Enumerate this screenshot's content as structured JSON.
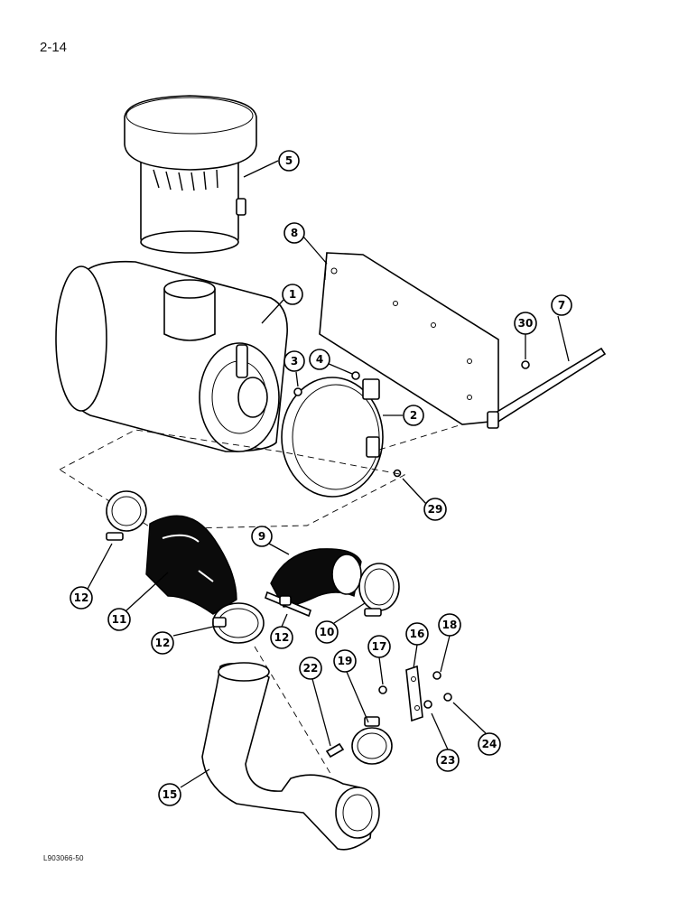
{
  "page": {
    "page_number": "2-14",
    "reference_code": "L903066-50"
  },
  "parts": [
    {
      "key": "p5",
      "label": "5"
    },
    {
      "key": "p8",
      "label": "8"
    },
    {
      "key": "p1",
      "label": "1"
    },
    {
      "key": "p7",
      "label": "7"
    },
    {
      "key": "p30",
      "label": "30"
    },
    {
      "key": "p3",
      "label": "3"
    },
    {
      "key": "p4",
      "label": "4"
    },
    {
      "key": "p2",
      "label": "2"
    },
    {
      "key": "p29",
      "label": "29"
    },
    {
      "key": "p9",
      "label": "9"
    },
    {
      "key": "p12a",
      "label": "12"
    },
    {
      "key": "p11",
      "label": "11"
    },
    {
      "key": "p12b",
      "label": "12"
    },
    {
      "key": "p12c",
      "label": "12"
    },
    {
      "key": "p10",
      "label": "10"
    },
    {
      "key": "p18",
      "label": "18"
    },
    {
      "key": "p16",
      "label": "16"
    },
    {
      "key": "p17",
      "label": "17"
    },
    {
      "key": "p19",
      "label": "19"
    },
    {
      "key": "p22",
      "label": "22"
    },
    {
      "key": "p24",
      "label": "24"
    },
    {
      "key": "p23",
      "label": "23"
    },
    {
      "key": "p15",
      "label": "15"
    }
  ]
}
